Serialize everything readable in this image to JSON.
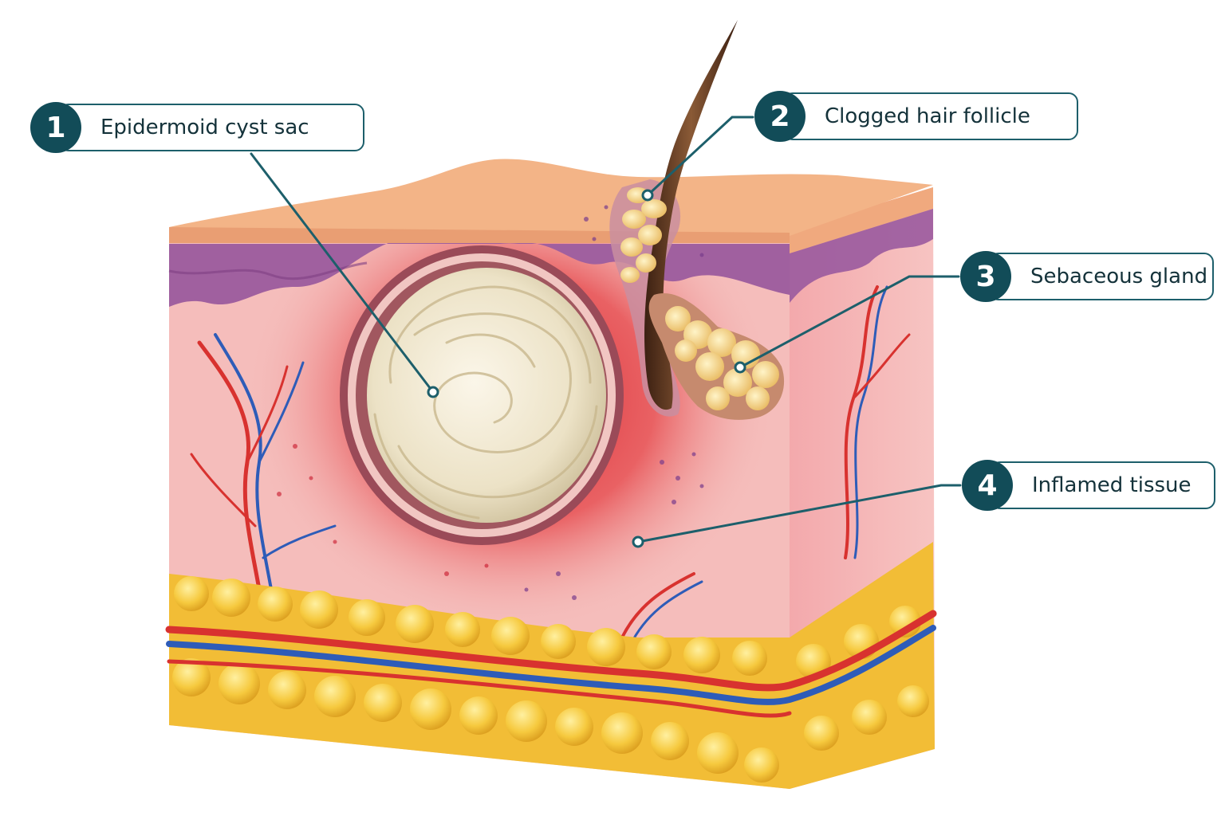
{
  "labels": [
    {
      "number": "1",
      "text": "Epidermoid cyst sac"
    },
    {
      "number": "2",
      "text": "Clogged hair follicle"
    },
    {
      "number": "3",
      "text": "Sebaceous gland"
    },
    {
      "number": "4",
      "text": "Inflamed tissue"
    }
  ],
  "colors": {
    "callout_badge": "#124c58",
    "callout_border": "#1d5f6b",
    "leader_line": "#1d5f6b",
    "epidermis": "#f2b083",
    "basal_layer": "#9c5aa0",
    "dermis": "#f3b7b5",
    "inflammation": "#e0303a",
    "cyst_content": "#efe6cf",
    "sebum": "#f1d58c",
    "fat": "#f4c13a",
    "artery": "#d8322f",
    "vein": "#2e5cb8",
    "hair": "#5a3420"
  }
}
